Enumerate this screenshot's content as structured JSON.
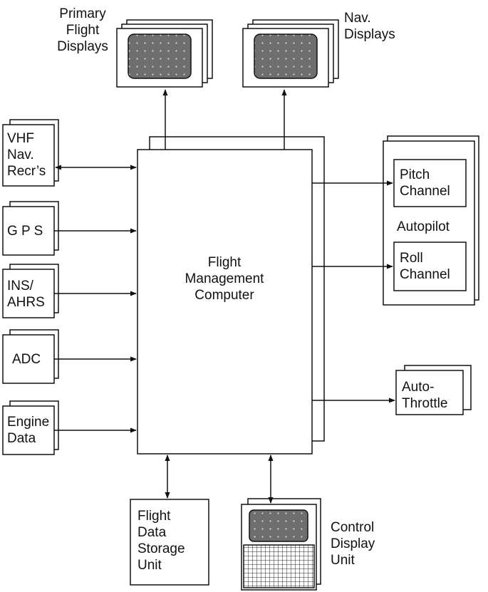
{
  "nodes": {
    "fmc": "Flight\nManagement\nComputer",
    "primary_displays": "Primary\nFlight\nDisplays",
    "nav_displays": "Nav.\nDisplays",
    "vhf": "VHF\nNav.\nRecr’s",
    "gps": "G P S",
    "ins": "INS/\nAHRS",
    "adc": "ADC",
    "engine": "Engine\nData",
    "autopilot": "Autopilot",
    "pitch": "Pitch\nChannel",
    "roll": "Roll\nChannel",
    "autothrottle": "Auto-\nThrottle",
    "fdsu": "Flight\nData\nStorage\nUnit",
    "cdu": "Control\nDisplay\nUnit"
  },
  "colors": {
    "line": "#111111",
    "screen": "#6e6e6e",
    "screen_dot": "#d8d8d8",
    "background": "#ffffff"
  },
  "edges": [
    {
      "from": "fmc",
      "to": "primary_displays",
      "direction": "one-way"
    },
    {
      "from": "fmc",
      "to": "nav_displays",
      "direction": "one-way"
    },
    {
      "from": "vhf",
      "to": "fmc",
      "direction": "two-way"
    },
    {
      "from": "gps",
      "to": "fmc",
      "direction": "one-way"
    },
    {
      "from": "ins",
      "to": "fmc",
      "direction": "one-way"
    },
    {
      "from": "adc",
      "to": "fmc",
      "direction": "one-way"
    },
    {
      "from": "engine",
      "to": "fmc",
      "direction": "one-way"
    },
    {
      "from": "fmc",
      "to": "pitch",
      "direction": "one-way"
    },
    {
      "from": "fmc",
      "to": "roll",
      "direction": "one-way"
    },
    {
      "from": "fmc",
      "to": "autothrottle",
      "direction": "one-way"
    },
    {
      "from": "fmc",
      "to": "fdsu",
      "direction": "two-way"
    },
    {
      "from": "fmc",
      "to": "cdu",
      "direction": "two-way"
    }
  ]
}
